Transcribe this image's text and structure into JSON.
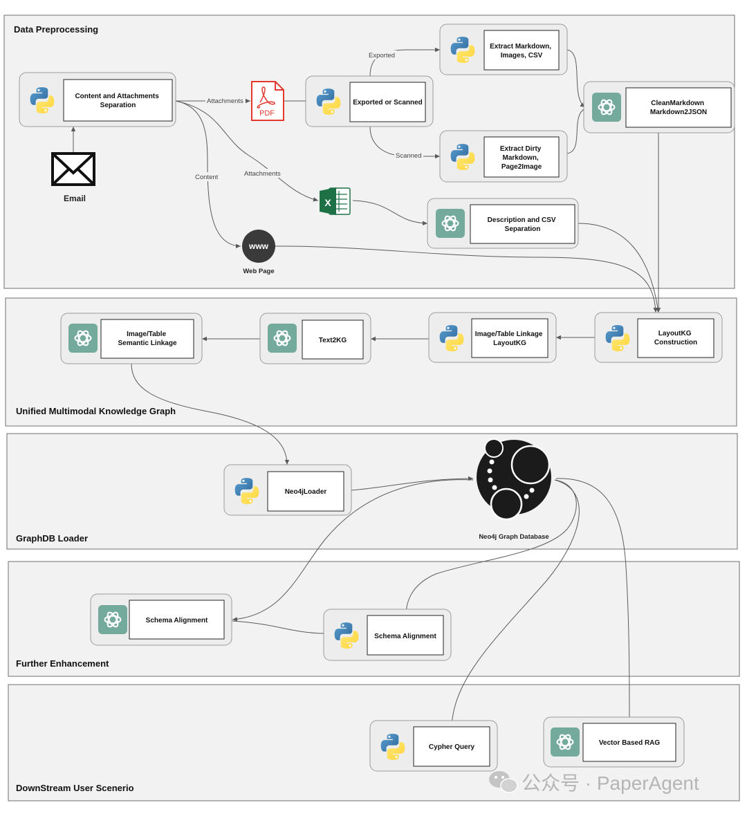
{
  "sections": {
    "preprocessing": "Data Preprocessing",
    "ukg": "Unified Multimodal Knowledge Graph",
    "loader": "GraphDB Loader",
    "enhancement": "Further Enhancement",
    "downstream": "DownStream User Scenerio"
  },
  "nodes": {
    "content_sep": [
      "Content and Attachments",
      "Separation"
    ],
    "exported_scanned": [
      "Exported or Scanned"
    ],
    "extract_md": [
      "Extract Markdown,",
      "Images, CSV"
    ],
    "extract_dirty": [
      "Extract Dirty",
      "Markdown,",
      "Page2Image"
    ],
    "clean_md": [
      "CleanMarkdown",
      "Markdown2JSON"
    ],
    "desc_csv": [
      "Description and CSV",
      "Separation"
    ],
    "layoutkg": [
      "LayoutKG",
      "Construction"
    ],
    "img_table_layout": [
      "Image/Table Linkage",
      "LayoutKG"
    ],
    "text2kg": [
      "Text2KG"
    ],
    "img_table_semantic": [
      "Image/Table",
      "Semantic Linkage"
    ],
    "neo4jloader": [
      "Neo4jLoader"
    ],
    "schema_align_gpt": [
      "Schema Alignment"
    ],
    "schema_align_py": [
      "Schema Alignment"
    ],
    "cypher": [
      "Cypher Query"
    ],
    "vector_rag": [
      "Vector Based RAG"
    ]
  },
  "edge_labels": {
    "attachments_pdf": "Attachments",
    "exported": "Exported",
    "scanned": "Scanned",
    "attachments_xls": "Attachments",
    "content": "Content"
  },
  "icons": {
    "email_label": "Email",
    "pdf_text": "PDF",
    "excel_letter": "X",
    "www_text": "www",
    "webpage_label": "Web Page",
    "neo4j_label": "Neo4j Graph Database"
  },
  "watermark": "公众号 · PaperAgent"
}
